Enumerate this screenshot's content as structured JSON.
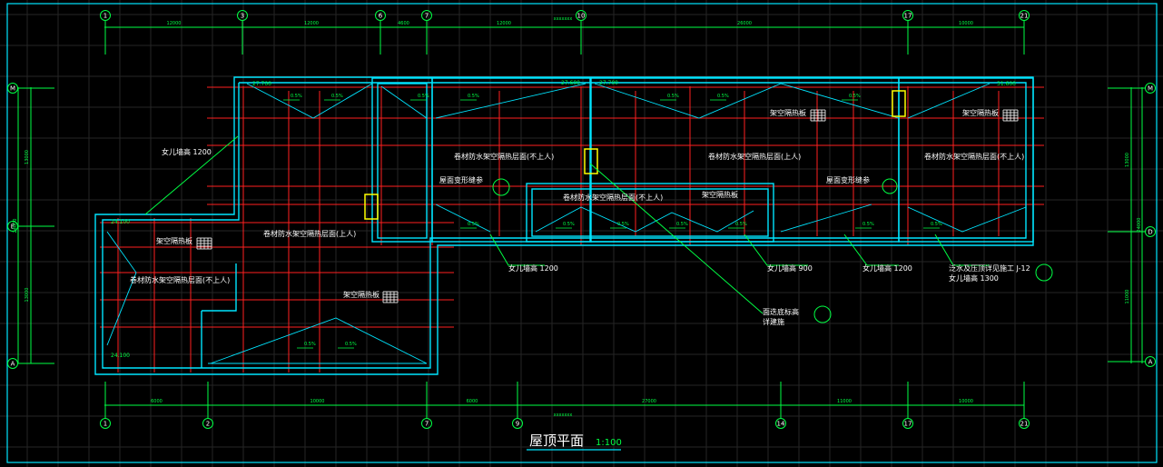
{
  "title": {
    "main": "屋顶平面",
    "scale": "1:100"
  },
  "grid_top": [
    "1",
    "3",
    "6",
    "7",
    "10",
    "17",
    "21"
  ],
  "grid_bottom": [
    "1",
    "2",
    "7",
    "9",
    "14",
    "17",
    "21"
  ],
  "grid_left": [
    "M",
    "E",
    "A"
  ],
  "grid_right": [
    "M",
    "D",
    "A"
  ],
  "dims_top": [
    "12000",
    "12000",
    "4600",
    "12000",
    "26000",
    "10000"
  ],
  "dims_bottom": [
    "6000",
    "10000",
    "6000",
    "27000",
    "11000",
    "10000"
  ],
  "dims_left": [
    "13000",
    "24000",
    "13000"
  ],
  "dims_right": [
    "13000",
    "24000",
    "11000"
  ],
  "overall_top": "xxxxxxx",
  "overall_bottom": "xxxxxxx",
  "labels": {
    "parapet_1": "女儿墙高 1200",
    "parapet_2": "女儿墙高 1200",
    "parapet_3": "女儿墙高 900",
    "parapet_4": "女儿墙高 1200",
    "parapet_5": "女儿墙高 1300",
    "overflow": "泛水及压顶详见施工 J-12",
    "roof_a": "卷材防水架空隔热层面(上人)",
    "roof_b": "卷材防水架空隔热层面(不上人)",
    "roof_c": "卷材防水架空隔热层面(不上人)",
    "roof_d": "卷材防水架空隔热层面(不上人)",
    "roof_e": "卷材防水架空隔热层面(上人)",
    "roof_f": "卷材防水架空隔热层面(不上人)",
    "board_1": "架空隔热板",
    "board_2": "架空隔热板",
    "board_3": "架空隔热板",
    "board_4": "架空隔热板",
    "board_5": "架空隔热板",
    "joint_1": "屋面变形缝参",
    "joint_2": "屋面变形缝参",
    "section_note_1": "面迭底标高",
    "section_note_2": "详建施"
  },
  "elevations": [
    "27.700",
    "27.600",
    "27.700",
    "31.600",
    "24.100",
    "24.100"
  ],
  "slopes": [
    "0.5%",
    "0.5%",
    "0.5%",
    "0.5%",
    "0.5%",
    "0.5%",
    "0.5%",
    "0.5%",
    "0.5%",
    "0.5%",
    "0.5%",
    "0.5%",
    "0.5%",
    "0.5%",
    "0.5%",
    "0.5%"
  ],
  "colors": {
    "bg": "#000000",
    "grid": "#2a2a2a",
    "wall": "#00e5ff",
    "axis": "#ff2020",
    "dim": "#00ff44",
    "text": "#ffffff",
    "yellow": "#ffff00",
    "label": "#ffffff"
  }
}
